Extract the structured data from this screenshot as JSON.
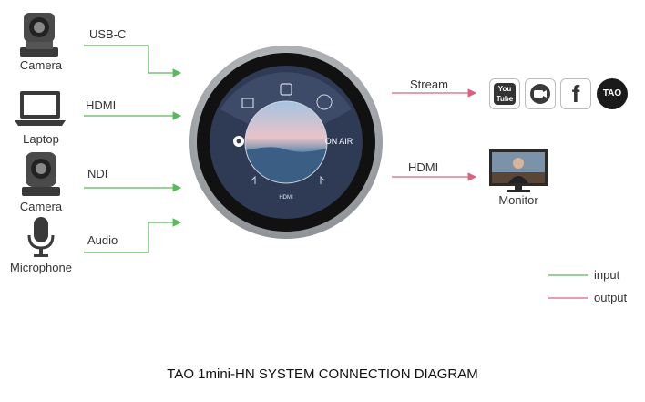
{
  "inputs": [
    {
      "device": "Camera",
      "connection": "USB-C",
      "icon": "ptz-camera-icon"
    },
    {
      "device": "Laptop",
      "connection": "HDMI",
      "icon": "laptop-icon"
    },
    {
      "device": "Camera",
      "connection": "NDI",
      "icon": "ptz-camera-icon"
    },
    {
      "device": "Microphone",
      "connection": "Audio",
      "icon": "microphone-icon"
    }
  ],
  "outputs": [
    {
      "connection": "Stream",
      "targets": [
        {
          "name": "YouTube",
          "text": "You\nTube",
          "icon": "youtube-icon"
        },
        {
          "name": "Zoom",
          "icon": "zoom-icon"
        },
        {
          "name": "Facebook",
          "text": "f",
          "icon": "facebook-icon"
        },
        {
          "name": "TAO",
          "text": "TAO",
          "icon": "tao-icon"
        }
      ]
    },
    {
      "connection": "HDMI",
      "device": "Monitor",
      "icon": "monitor-icon"
    }
  ],
  "device_screen": {
    "on_air": "ON AIR",
    "hdmi": "HDMI"
  },
  "legend": {
    "input": "input",
    "output": "output"
  },
  "colors": {
    "input_line": "#5cb85c",
    "output_line": "#d9607e",
    "device_ring": "#b9bcbf",
    "screen_bg": "#2f3a55"
  },
  "caption": "TAO 1mini-HN SYSTEM CONNECTION DIAGRAM"
}
